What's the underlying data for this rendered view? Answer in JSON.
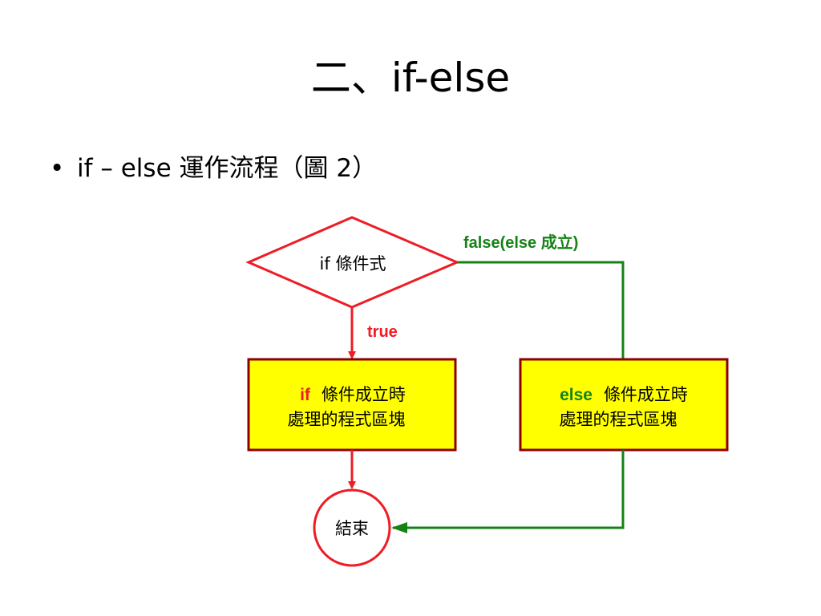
{
  "title": "二、if-else",
  "bullet": {
    "marker": "•",
    "text": "if – else 運作流程（圖 2）"
  },
  "colors": {
    "true_branch": "#ee1c24",
    "false_branch": "#168216",
    "box_fill": "#ffff00",
    "box_border": "#8b0000"
  },
  "diagram": {
    "decision": {
      "keyword": "if",
      "text": " 條件式"
    },
    "true_label": "true",
    "false_label": "false(else 成立)",
    "if_block": {
      "keyword": "if",
      "line1": "條件成立時",
      "line2": "處理的程式區塊"
    },
    "else_block": {
      "keyword": "else",
      "line1": "條件成立時",
      "line2": "處理的程式區塊"
    },
    "end": "結束"
  }
}
